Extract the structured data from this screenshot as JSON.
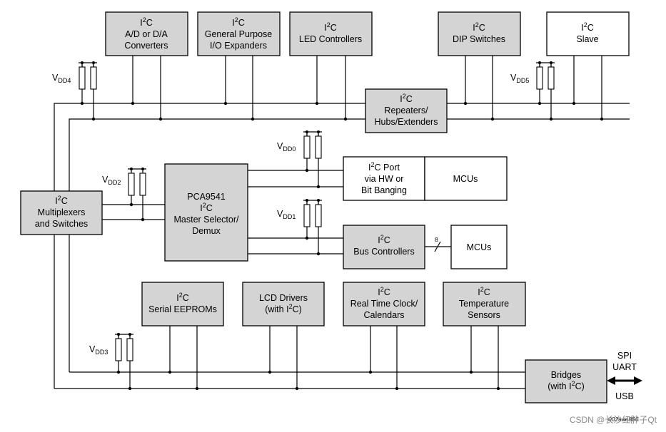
{
  "blocks": {
    "ad_converters": {
      "title": "A/D or D/A",
      "sub": "Converters"
    },
    "gpio": {
      "title": "General Purpose",
      "sub": "I/O Expanders"
    },
    "led": {
      "title": "LED Controllers"
    },
    "dip": {
      "title": "DIP Switches"
    },
    "slave": {
      "title": "Slave"
    },
    "repeaters": {
      "title": "Repeaters/",
      "sub": "Hubs/Extenders"
    },
    "multiplexers": {
      "title": "Multiplexers",
      "sub": "and Switches"
    },
    "pca9541": {
      "title": "PCA9541",
      "sub": "Master Selector/",
      "sub2": "Demux"
    },
    "port": {
      "title": " Port",
      "sub": "via HW or",
      "sub2": "Bit Banging"
    },
    "mcus1": {
      "title": "MCUs"
    },
    "bus_ctrl": {
      "title": "Bus Controllers"
    },
    "mcus2": {
      "title": "MCUs"
    },
    "eeprom": {
      "title": "Serial EEPROMs"
    },
    "lcd": {
      "title": "LCD Drivers",
      "sub": "(with ",
      "sub_end": ")"
    },
    "rtc": {
      "title": "Real Time Clock/",
      "sub": "Calendars"
    },
    "temp": {
      "title": "Temperature",
      "sub": "Sensors"
    },
    "bridges": {
      "title": "Bridges",
      "sub": "(with ",
      "sub_end": ")"
    }
  },
  "i2c": {
    "I": "I",
    "sup": "2",
    "C": "C"
  },
  "vdd": {
    "v": "V",
    "vdd4": "DD4",
    "vdd5": "DD5",
    "vdd0": "DD0",
    "vdd2": "DD2",
    "vdd1": "DD1",
    "vdd3": "DD3"
  },
  "bus_width": "8",
  "bridge_protocols": {
    "spi": "SPI",
    "uart": "UART",
    "usb": "USB"
  },
  "figure_id": "002aae856",
  "watermark": "CSDN @长沙红胖子Qt",
  "colors": {
    "block_fill": "#d4d4d4",
    "line": "#000000"
  }
}
